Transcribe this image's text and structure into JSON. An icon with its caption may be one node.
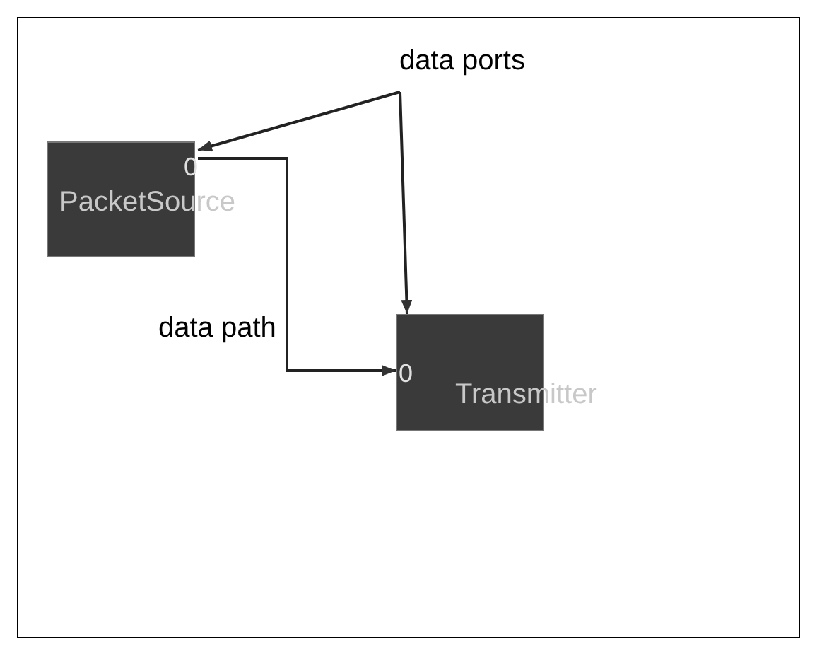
{
  "diagram": {
    "nodes": [
      {
        "text": [
          "data ports"
        ]
      },
      {
        "text": [
          "PacketSource"
        ]
      },
      {
        "text": [
          "0"
        ],
        "in": 1
      },
      {
        "text": [
          "Transmitter"
        ]
      },
      {
        "text": [
          "0"
        ],
        "in": 3
      }
    ],
    "edges": [
      {
        "from": 0,
        "to": 2,
        "arrow": "to"
      },
      {
        "from": 0,
        "to": 4,
        "arrow": "to"
      },
      {
        "from": 2,
        "to": 4,
        "arrow": "to",
        "label": "data path"
      }
    ]
  }
}
